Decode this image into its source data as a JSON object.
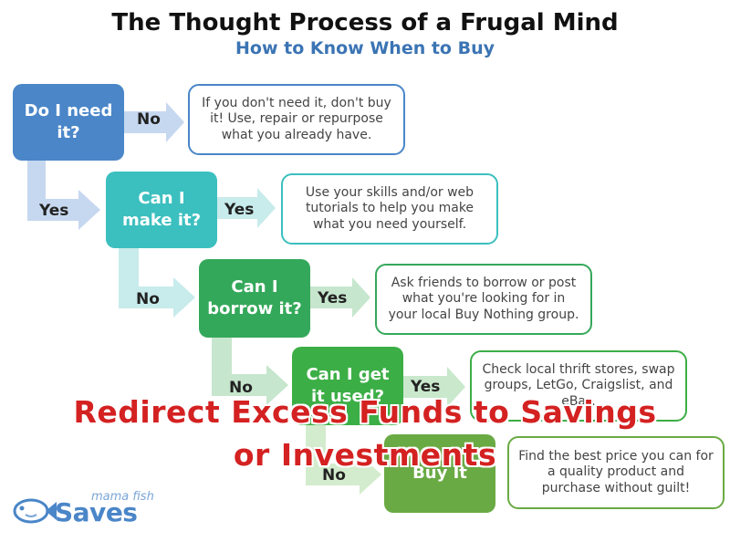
{
  "title": "The Thought Process of a Frugal Mind",
  "subtitle": "How to Know When to Buy",
  "questions": [
    {
      "text": "Do I need it?",
      "color": "#4a86c8"
    },
    {
      "text": "Can I make it?",
      "color": "#3cbfbf"
    },
    {
      "text": "Can I borrow it?",
      "color": "#34a85a"
    },
    {
      "text": "Can I get it used?",
      "color": "#3cae46"
    },
    {
      "text": "Buy It",
      "color": "#6aaa44"
    }
  ],
  "outcomes": [
    {
      "text": "If you don't need it, don't buy it! Use, repair or repurpose what you already have.",
      "color": "#4a86c8"
    },
    {
      "text": "Use your skills and/or web tutorials to help you make what you need yourself.",
      "color": "#3cbfbf"
    },
    {
      "text": "Ask friends to borrow or post what you're looking for in your local Buy Nothing group.",
      "color": "#34a85a"
    },
    {
      "text": "Check local thrift stores, swap groups, LetGo, Craigslist, and eBay.",
      "color": "#3cae46"
    },
    {
      "text": "Find the best price you can for a quality product and purchase without guilt!",
      "color": "#6aaa44"
    }
  ],
  "labels": {
    "no1": "No",
    "yes1": "Yes",
    "yes2": "Yes",
    "no2": "No",
    "yes3": "Yes",
    "no3": "No",
    "yes4": "Yes",
    "no4": "No"
  },
  "overlay": {
    "line1": "Redirect Excess Funds to Savings",
    "line2": "or Investments"
  },
  "logo": {
    "small": "mama fish",
    "big": "Saves"
  }
}
